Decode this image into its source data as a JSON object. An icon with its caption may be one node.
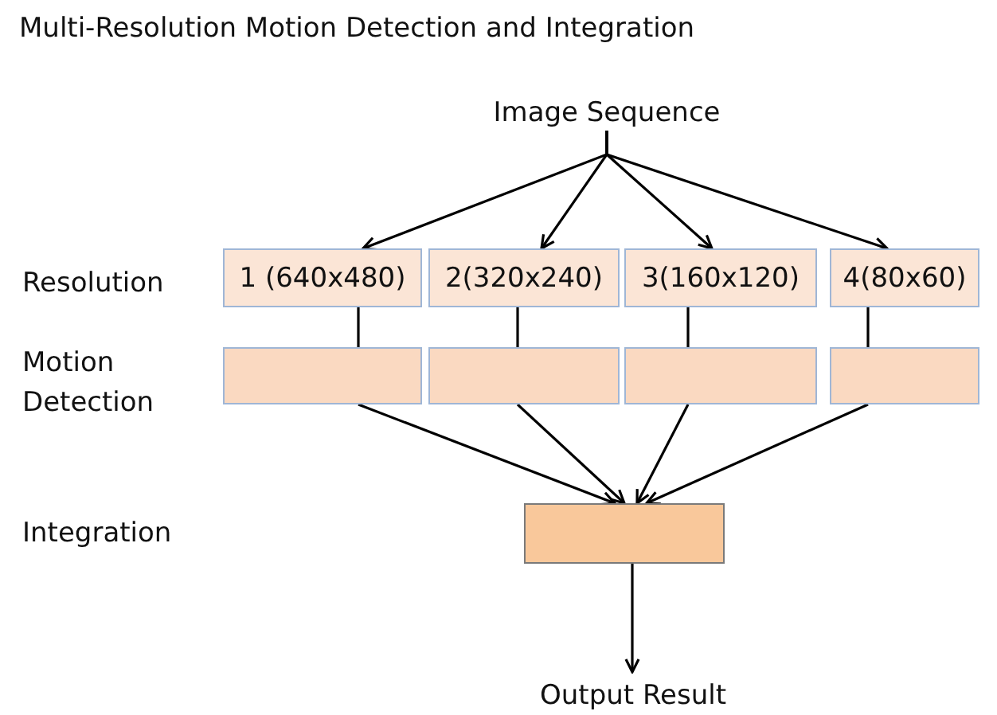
{
  "diagram": {
    "title": "Multi-Resolution Motion Detection and Integration",
    "nodes": [
      {
        "text": [
          "Image Sequence"
        ]
      },
      {
        "text": [
          "1 (640x480)"
        ]
      },
      {
        "text": [
          "2(320x240)"
        ]
      },
      {
        "text": [
          "3(160x120)"
        ]
      },
      {
        "text": [
          "4(80x60)"
        ]
      },
      {
        "text": [],
        "shape": "box"
      },
      {
        "text": [],
        "shape": "box"
      },
      {
        "text": [],
        "shape": "box"
      },
      {
        "text": [],
        "shape": "box"
      },
      {
        "text": [],
        "shape": "box"
      },
      {
        "text": [
          "Output Result"
        ]
      }
    ],
    "edges": [
      {
        "from": 0,
        "to": 1,
        "arrow": "to"
      },
      {
        "from": 0,
        "to": 2,
        "arrow": "to"
      },
      {
        "from": 0,
        "to": 3,
        "arrow": "to"
      },
      {
        "from": 0,
        "to": 4,
        "arrow": "to"
      },
      {
        "from": 1,
        "to": 5,
        "arrow": "none"
      },
      {
        "from": 2,
        "to": 6,
        "arrow": "none"
      },
      {
        "from": 3,
        "to": 7,
        "arrow": "none"
      },
      {
        "from": 4,
        "to": 8,
        "arrow": "none"
      },
      {
        "from": 5,
        "to": 9,
        "arrow": "to"
      },
      {
        "from": 6,
        "to": 9,
        "arrow": "to"
      },
      {
        "from": 7,
        "to": 9,
        "arrow": "to"
      },
      {
        "from": 8,
        "to": 9,
        "arrow": "to"
      },
      {
        "from": 9,
        "to": 10,
        "arrow": "to"
      }
    ],
    "labels": [
      "Resolution",
      "Motion Detection",
      "Integration"
    ]
  }
}
